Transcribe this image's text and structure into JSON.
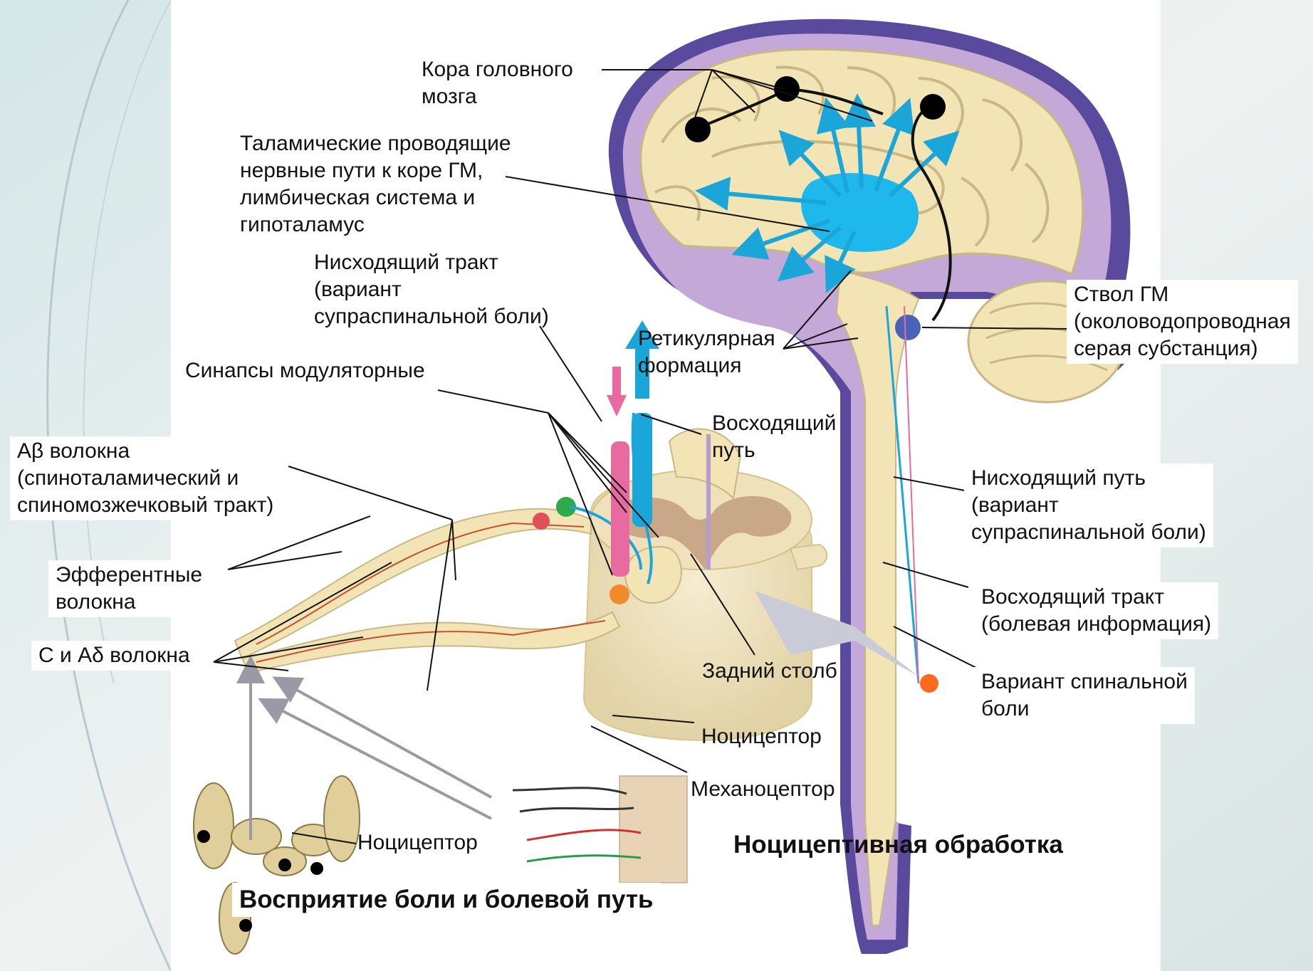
{
  "labels": {
    "cortex": "Кора головного\nмозга",
    "thalamic": "Таламические проводящие\nнервные пути к коре ГМ,\nлимбическая система и\nгипоталамус",
    "descending_tract": "Нисходящий тракт\n(вариант\nсупраспинальной боли)",
    "reticular": "Ретикулярная\nформация",
    "synapses": "Синапсы  модуляторные",
    "ascending_path": "Восходящий\nпуть",
    "a_beta": "Aβ волокна\n(спиноталамический и\nспиномозжечковый тракт)",
    "efferent": "Эфферентные\nволокна",
    "c_a_delta": "C и Aδ  волокна",
    "dorsal_horn": "Задний столб",
    "nociceptor_mid": "Ноцицептор",
    "mechanoceptor": "Механоцептор",
    "nociceptor_low": "Ноцицептор",
    "brainstem": "Ствол ГМ\n(околоводопроводная\nсерая субстанция)",
    "descending_path": "Нисходящий путь\n(вариант\nсупраспинальной боли)",
    "ascending_tract": "Восходящий тракт\n(болевая информация)",
    "spinal_pain": "Вариант спинальной\nболи"
  },
  "titles": {
    "nociceptive": "Ноцицептивная обработка",
    "perception": "Восприятие боли и болевой путь"
  },
  "colors": {
    "brain_tissue": "#f2e4b4",
    "brain_outline": "#5a4a9e",
    "meninges": "#b79ccf",
    "thalamus": "#1fb8ec",
    "pink_tract": "#e86aa0",
    "blue_tract": "#1aa6d8",
    "node": "#000000"
  }
}
